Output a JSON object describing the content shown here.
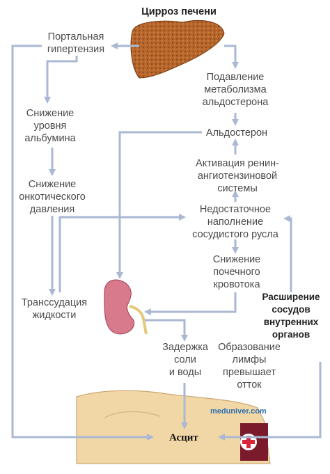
{
  "title": "Цирроз печени",
  "nodes": {
    "portal_hypertension": "Портальная\nгипертензия",
    "aldosterone_metabolism": "Подавление\nметаболизма\nальдостерона",
    "albumin": "Снижение\nуровня\nальбумина",
    "aldosterone": "Альдостерон",
    "renin": "Активация ренин-\nангиотензиновой\nсистемы",
    "oncotic": "Снижение\nонкотического\nдавления",
    "filling": "Недостаточное\nнаполнение\nсосудистого русла",
    "hepatic_flow": "Снижение\nпочечного\nкровотока",
    "transudation": "Транссудация\nжидкости",
    "vasodilation": "Расширение\nсосудов\nвнутренних\nорганов",
    "retention": "Задержка\nсоли\nи воды",
    "lymph": "Образование\nлимфы\nпревышает\nотток",
    "ascites": "Асцит"
  },
  "watermark": "meduniver.com",
  "colors": {
    "arrow": "#aab8d4",
    "liver": "#b5652a",
    "kidney": "#d87a8c",
    "skin": "#f2d7a6"
  }
}
